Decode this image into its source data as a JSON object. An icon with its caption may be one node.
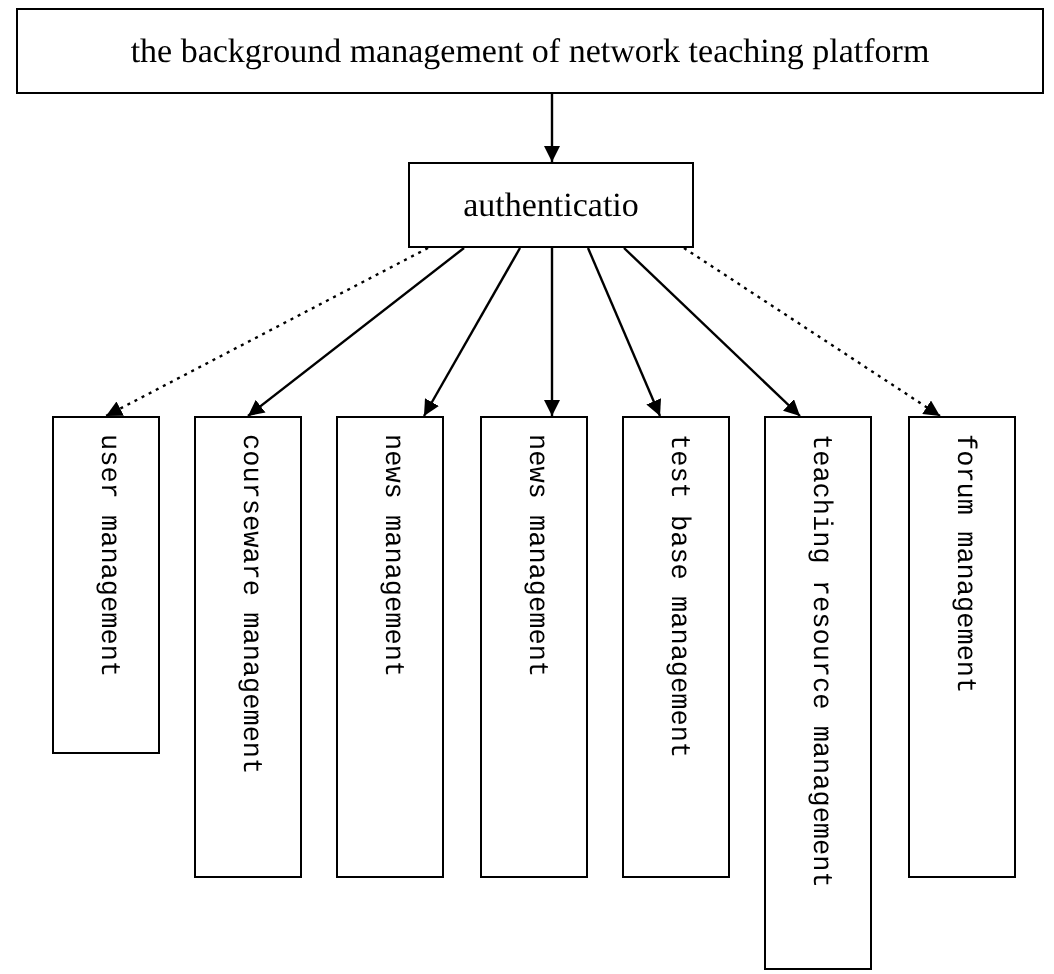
{
  "diagram": {
    "nodes": [
      {
        "text": [
          "the background management of network teaching platform"
        ]
      },
      {
        "text": [
          "authenticatio"
        ]
      },
      {
        "text": [
          "user management"
        ]
      },
      {
        "text": [
          "courseware management"
        ]
      },
      {
        "text": [
          "news management"
        ]
      },
      {
        "text": [
          "news management"
        ]
      },
      {
        "text": [
          "test base management"
        ]
      },
      {
        "text": [
          "teaching resource management"
        ]
      },
      {
        "text": [
          "forum management"
        ]
      }
    ],
    "edges": [
      {
        "from": 0,
        "to": 1,
        "arrow": "to"
      },
      {
        "from": 1,
        "to": 2,
        "arrow": "to",
        "style": "dashed"
      },
      {
        "from": 1,
        "to": 3,
        "arrow": "to"
      },
      {
        "from": 1,
        "to": 4,
        "arrow": "to"
      },
      {
        "from": 1,
        "to": 5,
        "arrow": "to"
      },
      {
        "from": 1,
        "to": 6,
        "arrow": "to"
      },
      {
        "from": 1,
        "to": 7,
        "arrow": "to"
      },
      {
        "from": 1,
        "to": 8,
        "arrow": "to",
        "style": "dashed"
      }
    ]
  }
}
